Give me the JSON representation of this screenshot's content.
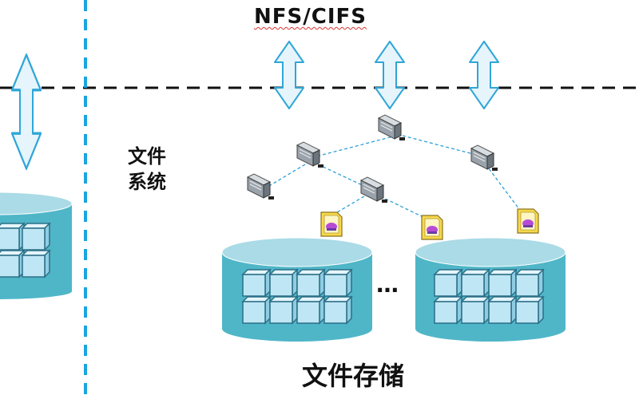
{
  "labels": {
    "protocol": "NFS/CIFS",
    "file_system_line1": "文件",
    "file_system_line2": "系统",
    "storage": "文件存储",
    "ellipsis": "…"
  },
  "colors": {
    "cylinder_top": "#aadbe6",
    "cylinder_body": "#4fb6c8",
    "block": "#bfe6f4",
    "dashed_divider": "#1aa4e0",
    "tree_line": "#2a9fd8",
    "arrow_fill": "#e6f4fb",
    "arrow_stroke": "#2fa6d8"
  },
  "icons": {
    "server": "server-icon",
    "file": "file-icon",
    "arrow": "double-arrow-icon",
    "storage": "cylinder-storage-icon"
  }
}
